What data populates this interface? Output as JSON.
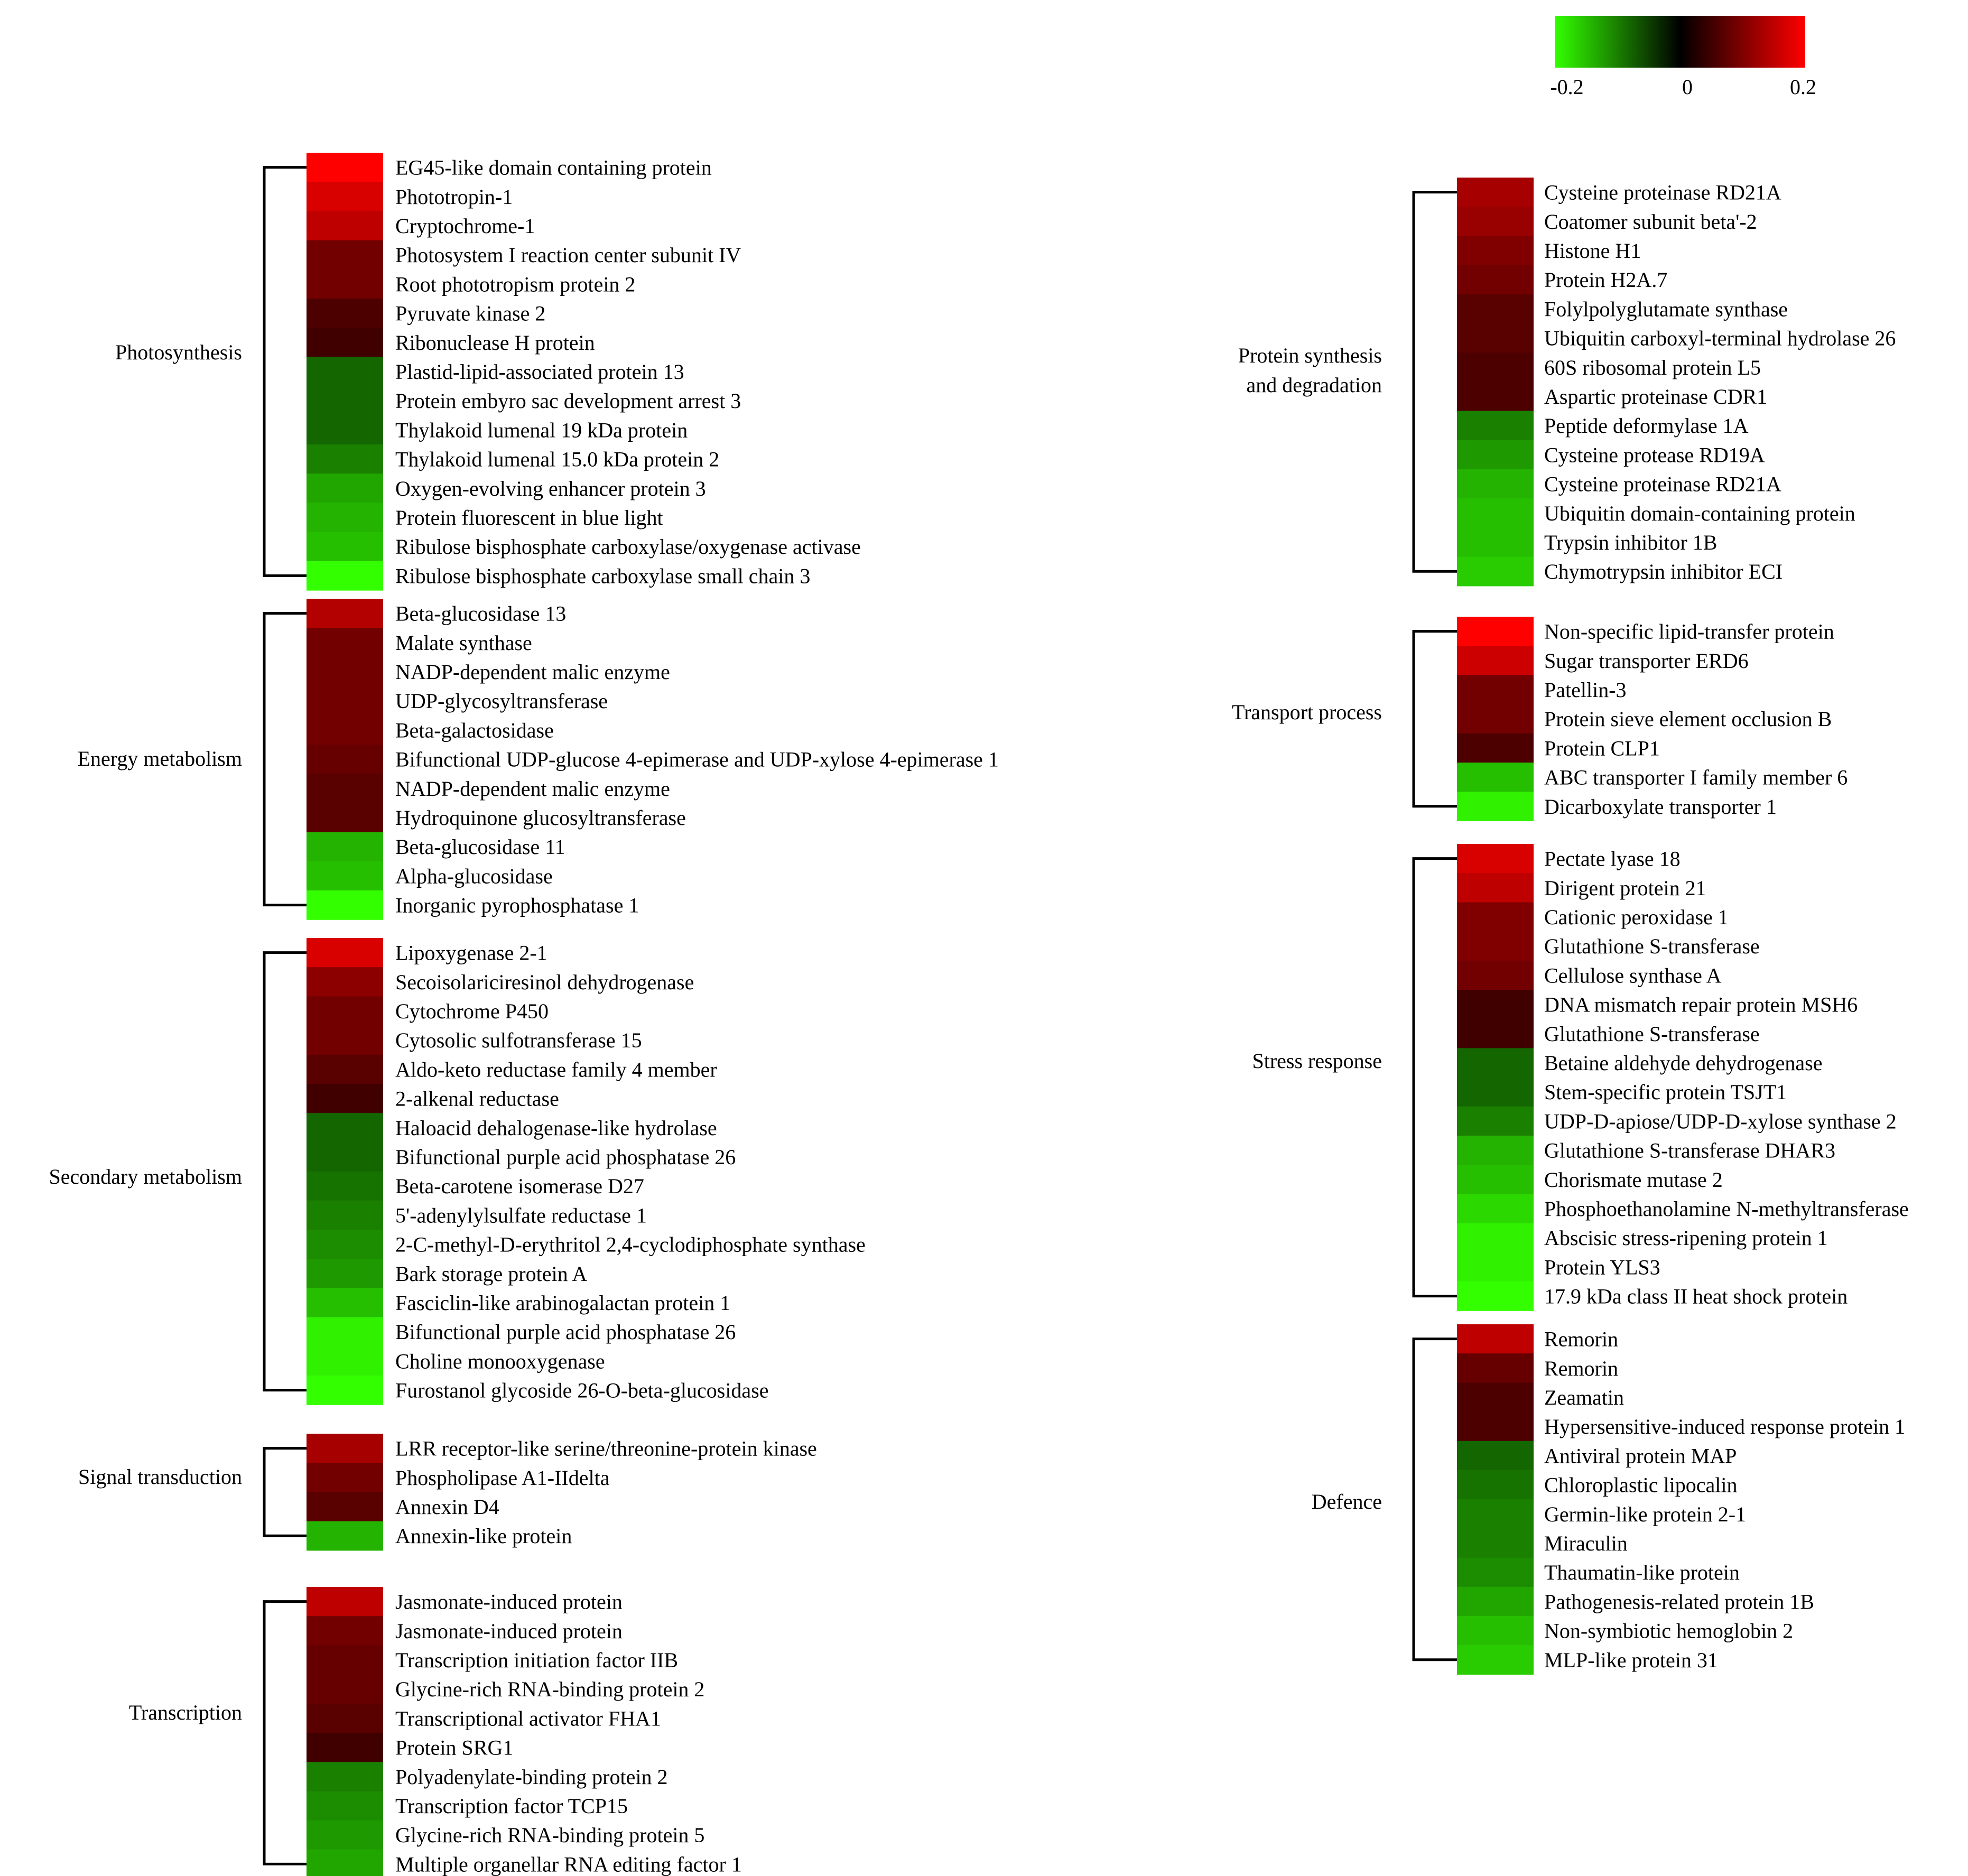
{
  "chart_data": {
    "type": "heatmap",
    "colorbar": {
      "min": -0.2,
      "max": 0.2,
      "tick_labels": [
        "-0.2",
        "0",
        "0.2"
      ],
      "low_color": "#33ff00",
      "mid_color": "#000000",
      "high_color": "#ff0000"
    },
    "groups": [
      {
        "label": "Photosynthesis",
        "rows": [
          {
            "protein": "EG45-like domain containing protein",
            "value": 0.2
          },
          {
            "protein": "Phototropin-1",
            "value": 0.17
          },
          {
            "protein": "Cryptochrome-1",
            "value": 0.15
          },
          {
            "protein": "Photosystem I reaction center subunit IV",
            "value": 0.09
          },
          {
            "protein": "Root phototropism protein 2",
            "value": 0.09
          },
          {
            "protein": "Pyruvate kinase 2",
            "value": 0.06
          },
          {
            "protein": "Ribonuclease H protein",
            "value": 0.05
          },
          {
            "protein": "Plastid-lipid-associated protein 13",
            "value": -0.08
          },
          {
            "protein": "Protein embyro sac development arrest 3",
            "value": -0.08
          },
          {
            "protein": "Thylakoid lumenal 19 kDa protein",
            "value": -0.08
          },
          {
            "protein": "Thylakoid lumenal 15.0 kDa protein 2",
            "value": -0.1
          },
          {
            "protein": "Oxygen-evolving enhancer protein 3",
            "value": -0.13
          },
          {
            "protein": "Protein fluorescent in blue light",
            "value": -0.14
          },
          {
            "protein": "Ribulose bisphosphate carboxylase/oxygenase activase",
            "value": -0.15
          },
          {
            "protein": "Ribulose bisphosphate carboxylase small chain 3",
            "value": -0.2
          }
        ]
      },
      {
        "label": "Energy metabolism",
        "rows": [
          {
            "protein": "Beta-glucosidase 13",
            "value": 0.14
          },
          {
            "protein": "Malate synthase",
            "value": 0.09
          },
          {
            "protein": "NADP-dependent malic enzyme",
            "value": 0.09
          },
          {
            "protein": "UDP-glycosyltransferase",
            "value": 0.09
          },
          {
            "protein": "Beta-galactosidase",
            "value": 0.09
          },
          {
            "protein": "Bifunctional UDP-glucose 4-epimerase and UDP-xylose 4-epimerase 1",
            "value": 0.08
          },
          {
            "protein": "NADP-dependent malic enzyme",
            "value": 0.07
          },
          {
            "protein": "Hydroquinone glucosyltransferase",
            "value": 0.07
          },
          {
            "protein": "Beta-glucosidase 11",
            "value": -0.14
          },
          {
            "protein": "Alpha-glucosidase",
            "value": -0.15
          },
          {
            "protein": "Inorganic pyrophosphatase 1",
            "value": -0.2
          }
        ]
      },
      {
        "label": "Secondary metabolism",
        "rows": [
          {
            "protein": "Lipoxygenase 2-1",
            "value": 0.17
          },
          {
            "protein": "Secoisolariciresinol dehydrogenase",
            "value": 0.11
          },
          {
            "protein": "Cytochrome P450",
            "value": 0.09
          },
          {
            "protein": "Cytosolic sulfotransferase 15",
            "value": 0.09
          },
          {
            "protein": "Aldo-keto reductase family 4 member",
            "value": 0.07
          },
          {
            "protein": "2-alkenal reductase",
            "value": 0.05
          },
          {
            "protein": "Haloacid dehalogenase-like hydrolase",
            "value": -0.08
          },
          {
            "protein": "Bifunctional purple acid phosphatase 26",
            "value": -0.08
          },
          {
            "protein": "Beta-carotene isomerase D27",
            "value": -0.09
          },
          {
            "protein": "5'-adenylylsulfate reductase 1",
            "value": -0.1
          },
          {
            "protein": "2-C-methyl-D-erythritol 2,4-cyclodiphosphate synthase",
            "value": -0.11
          },
          {
            "protein": "Bark storage protein A",
            "value": -0.12
          },
          {
            "protein": "Fasciclin-like arabinogalactan protein 1",
            "value": -0.15
          },
          {
            "protein": "Bifunctional purple acid phosphatase 26",
            "value": -0.19
          },
          {
            "protein": "Choline monooxygenase",
            "value": -0.19
          },
          {
            "protein": "Furostanol glycoside 26-O-beta-glucosidase",
            "value": -0.2
          }
        ]
      },
      {
        "label": "Signal transduction",
        "rows": [
          {
            "protein": "LRR receptor-like serine/threonine-protein kinase",
            "value": 0.13
          },
          {
            "protein": "Phospholipase A1-IIdelta",
            "value": 0.09
          },
          {
            "protein": "Annexin D4",
            "value": 0.07
          },
          {
            "protein": "Annexin-like protein",
            "value": -0.14
          }
        ]
      },
      {
        "label": "Transcription",
        "rows": [
          {
            "protein": "Jasmonate-induced protein",
            "value": 0.15
          },
          {
            "protein": "Jasmonate-induced protein",
            "value": 0.09
          },
          {
            "protein": "Transcription initiation factor IIB",
            "value": 0.08
          },
          {
            "protein": "Glycine-rich RNA-binding protein 2",
            "value": 0.08
          },
          {
            "protein": "Transcriptional activator FHA1",
            "value": 0.07
          },
          {
            "protein": "Protein SRG1",
            "value": 0.05
          },
          {
            "protein": "Polyadenylate-binding protein 2",
            "value": -0.1
          },
          {
            "protein": "Transcription factor TCP15",
            "value": -0.11
          },
          {
            "protein": "Glycine-rich RNA-binding protein 5",
            "value": -0.12
          },
          {
            "protein": "Multiple organellar RNA editing factor 1",
            "value": -0.13
          }
        ]
      },
      {
        "label": "Protein synthesis and degradation",
        "rows": [
          {
            "protein": "Cysteine proteinase RD21A",
            "value": 0.13
          },
          {
            "protein": "Coatomer subunit beta'-2",
            "value": 0.12
          },
          {
            "protein": "Histone H1",
            "value": 0.1
          },
          {
            "protein": "Protein H2A.7",
            "value": 0.09
          },
          {
            "protein": "Folylpolyglutamate synthase",
            "value": 0.07
          },
          {
            "protein": "Ubiquitin carboxyl-terminal hydrolase 26",
            "value": 0.07
          },
          {
            "protein": "60S ribosomal protein L5",
            "value": 0.06
          },
          {
            "protein": "Aspartic proteinase CDR1",
            "value": 0.06
          },
          {
            "protein": "Peptide deformylase 1A",
            "value": -0.1
          },
          {
            "protein": "Cysteine protease RD19A",
            "value": -0.12
          },
          {
            "protein": "Cysteine proteinase RD21A",
            "value": -0.14
          },
          {
            "protein": "Ubiquitin domain-containing protein",
            "value": -0.15
          },
          {
            "protein": "Trypsin inhibitor 1B",
            "value": -0.15
          },
          {
            "protein": "Chymotrypsin inhibitor ECI",
            "value": -0.16
          }
        ]
      },
      {
        "label": "Transport process",
        "rows": [
          {
            "protein": "Non-specific lipid-transfer protein",
            "value": 0.2
          },
          {
            "protein": "Sugar transporter ERD6",
            "value": 0.16
          },
          {
            "protein": "Patellin-3",
            "value": 0.09
          },
          {
            "protein": "Protein sieve element occlusion B",
            "value": 0.09
          },
          {
            "protein": "Protein CLP1",
            "value": 0.06
          },
          {
            "protein": "ABC transporter I family member 6",
            "value": -0.15
          },
          {
            "protein": "Dicarboxylate transporter 1",
            "value": -0.19
          }
        ]
      },
      {
        "label": "Stress response",
        "rows": [
          {
            "protein": "Pectate lyase 18",
            "value": 0.17
          },
          {
            "protein": "Dirigent protein 21",
            "value": 0.15
          },
          {
            "protein": "Cationic peroxidase 1",
            "value": 0.1
          },
          {
            "protein": "Glutathione S-transferase",
            "value": 0.1
          },
          {
            "protein": "Cellulose synthase A",
            "value": 0.09
          },
          {
            "protein": "DNA mismatch repair protein MSH6",
            "value": 0.05
          },
          {
            "protein": "Glutathione S-transferase",
            "value": 0.05
          },
          {
            "protein": "Betaine aldehyde dehydrogenase",
            "value": -0.08
          },
          {
            "protein": "Stem-specific protein TSJT1",
            "value": -0.08
          },
          {
            "protein": "UDP-D-apiose/UDP-D-xylose synthase 2",
            "value": -0.1
          },
          {
            "protein": "Glutathione S-transferase DHAR3",
            "value": -0.14
          },
          {
            "protein": "Chorismate mutase 2",
            "value": -0.15
          },
          {
            "protein": "Phosphoethanolamine N-methyltransferase",
            "value": -0.17
          },
          {
            "protein": "Abscisic stress-ripening protein 1",
            "value": -0.19
          },
          {
            "protein": "Protein YLS3",
            "value": -0.19
          },
          {
            "protein": "17.9 kDa class II heat shock protein",
            "value": -0.2
          }
        ]
      },
      {
        "label": "Defence",
        "rows": [
          {
            "protein": "Remorin",
            "value": 0.15
          },
          {
            "protein": "Remorin",
            "value": 0.08
          },
          {
            "protein": "Zeamatin",
            "value": 0.06
          },
          {
            "protein": "Hypersensitive-induced response protein 1",
            "value": 0.06
          },
          {
            "protein": "Antiviral protein MAP",
            "value": -0.08
          },
          {
            "protein": "Chloroplastic lipocalin",
            "value": -0.09
          },
          {
            "protein": "Germin-like protein 2-1",
            "value": -0.1
          },
          {
            "protein": "Miraculin",
            "value": -0.1
          },
          {
            "protein": "Thaumatin-like protein",
            "value": -0.11
          },
          {
            "protein": "Pathogenesis-related protein 1B",
            "value": -0.13
          },
          {
            "protein": "Non-symbiotic hemoglobin 2",
            "value": -0.15
          },
          {
            "protein": "MLP-like protein 31",
            "value": -0.16
          }
        ]
      }
    ]
  }
}
